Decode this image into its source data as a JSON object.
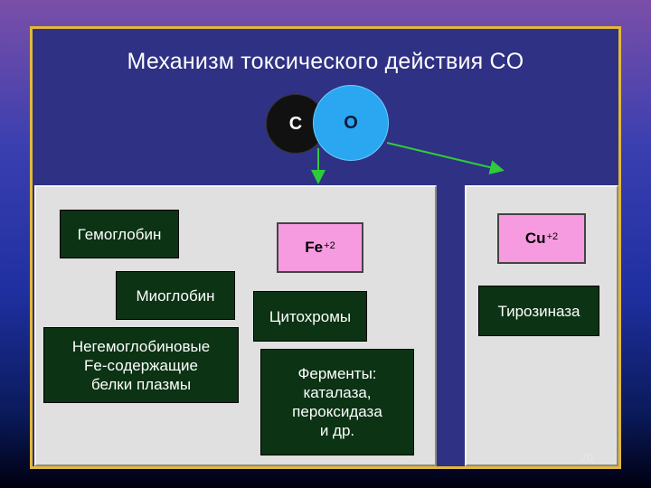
{
  "slide": {
    "title": "Механизм токсического действия CO",
    "page_number": "20"
  },
  "atoms": {
    "carbon": "C",
    "oxygen": "O"
  },
  "metals": {
    "iron": "Fe",
    "iron_charge": "+2",
    "copper": "Cu",
    "copper_charge": "+2"
  },
  "proteins": {
    "hemoglobin": "Гемоглобин",
    "myoglobin": "Миоглобин",
    "nonheme": "Негемоглобиновые\nFe-содержащие\nбелки плазмы",
    "cytochromes": "Цитохромы",
    "enzymes": "Ферменты:\nкаталаза,\nпероксидаза\nи др.",
    "tyrosinase": "Тирозиназа"
  },
  "colors": {
    "frame": "#e3b83a",
    "slide_bg": "#2f3184",
    "panel": "#e0e0e0",
    "label_box": "#0b3314",
    "metal_box": "#f79be0",
    "arrow": "#2ecc3a",
    "oxygen": "#2ba6f0",
    "carbon": "#111111"
  }
}
